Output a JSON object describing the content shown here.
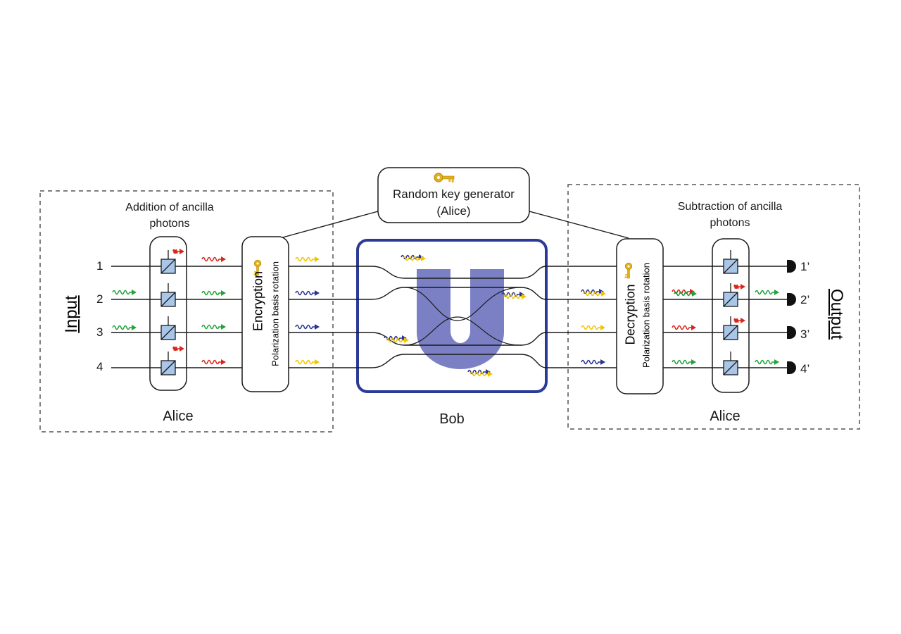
{
  "labels": {
    "side_input": "Input",
    "side_output": "Output",
    "key_generator_line1": "Random key generator",
    "key_generator_line2": "(Alice)",
    "addition_line1": "Addition of ancilla",
    "addition_line2": "photons",
    "subtraction_line1": "Subtraction of ancilla",
    "subtraction_line2": "photons",
    "encryption_title": "Encryption",
    "encryption_sub": "Polarization basis rotation",
    "decryption_title": "Decryption",
    "decryption_sub": "Polarization basis rotation",
    "unitary_symbol": "U",
    "alice_left": "Alice",
    "bob": "Bob",
    "alice_right": "Alice"
  },
  "inputs": [
    "1",
    "2",
    "3",
    "4"
  ],
  "outputs": [
    "1’",
    "2’",
    "3’",
    "4’"
  ],
  "colors": {
    "line": "#1a1a1a",
    "bob_border": "#2b3a96",
    "unitary": "#7b80c4",
    "beamsplitter": "#a9c6e8",
    "photon_red": "#d8261c",
    "photon_green": "#20a33a",
    "photon_yellow": "#f2c500",
    "photon_blue": "#2a3394",
    "key": "#e3b21c",
    "detector": "#111111"
  },
  "icons": [
    "key-icon",
    "beam-splitter-icon",
    "photon-icon",
    "detector-icon"
  ]
}
